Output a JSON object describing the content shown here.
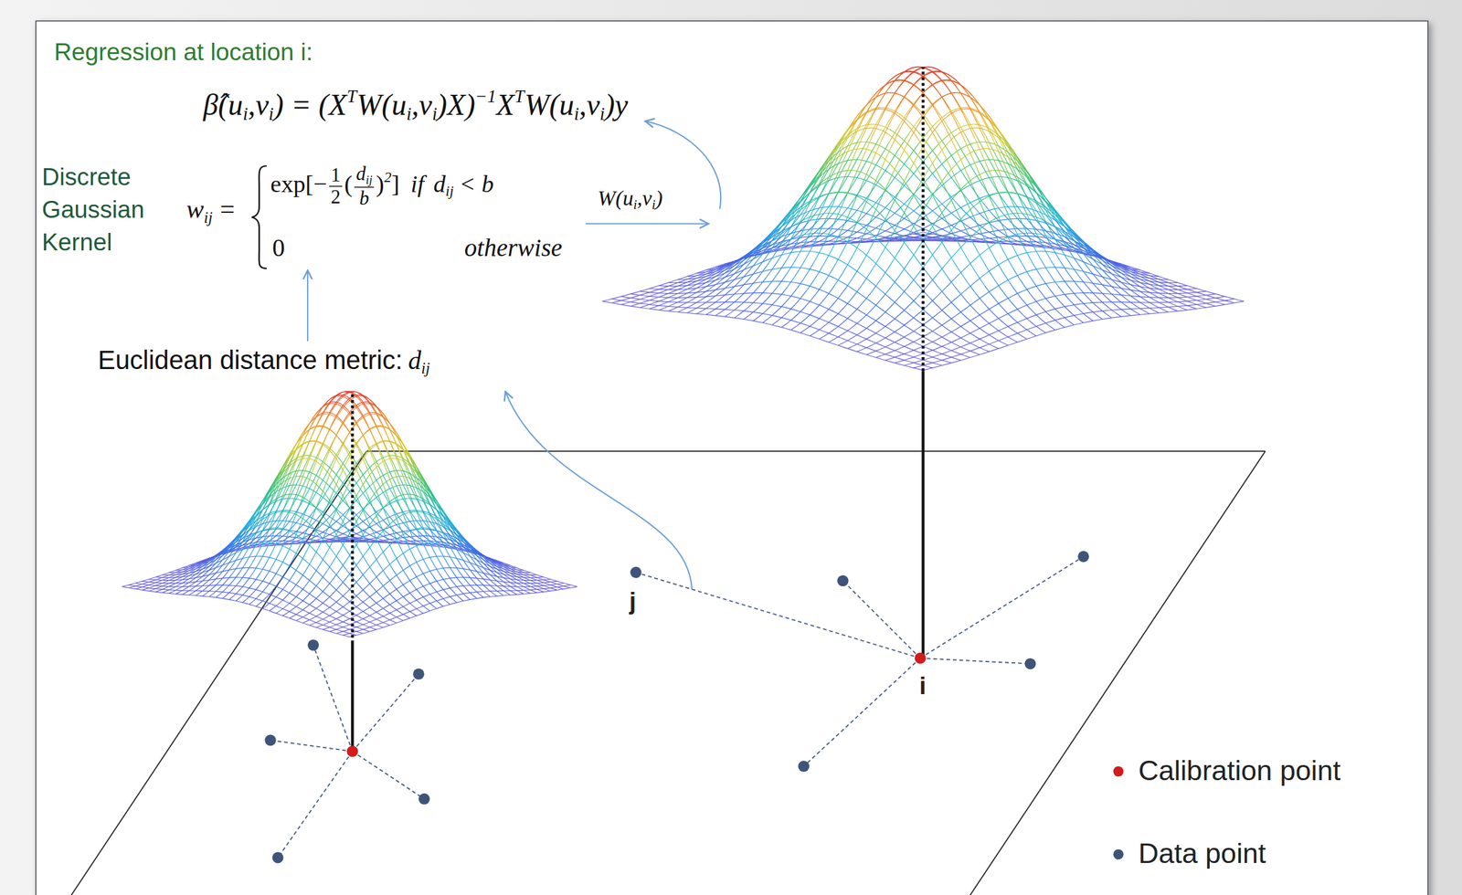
{
  "diagram": {
    "labels": [
      "Regression at location i:",
      "β̂(u",
      "i",
      ",v",
      "i",
      ") = (X",
      "T",
      "W(u",
      "i",
      ",v",
      "i",
      ")X)",
      "−1",
      "X",
      "T",
      "W(u",
      "i",
      ",v",
      "i",
      ")y",
      "Discrete Gaussian Kernel",
      "w",
      "ij",
      "=",
      "exp[−",
      "1",
      "2",
      "(",
      "d",
      "ij",
      "b",
      ")",
      "2",
      "]",
      "if",
      "d",
      "ij",
      "< b",
      "0",
      "otherwise",
      "W(u",
      "i",
      ",v",
      "i",
      ")",
      "Euclidean distance metric:",
      "d",
      "ij",
      "j",
      "i"
    ],
    "legend": [
      {
        "text": "Calibration point",
        "color": "#d01c1c"
      },
      {
        "text": "Data point",
        "color": "#3f5479"
      }
    ]
  }
}
